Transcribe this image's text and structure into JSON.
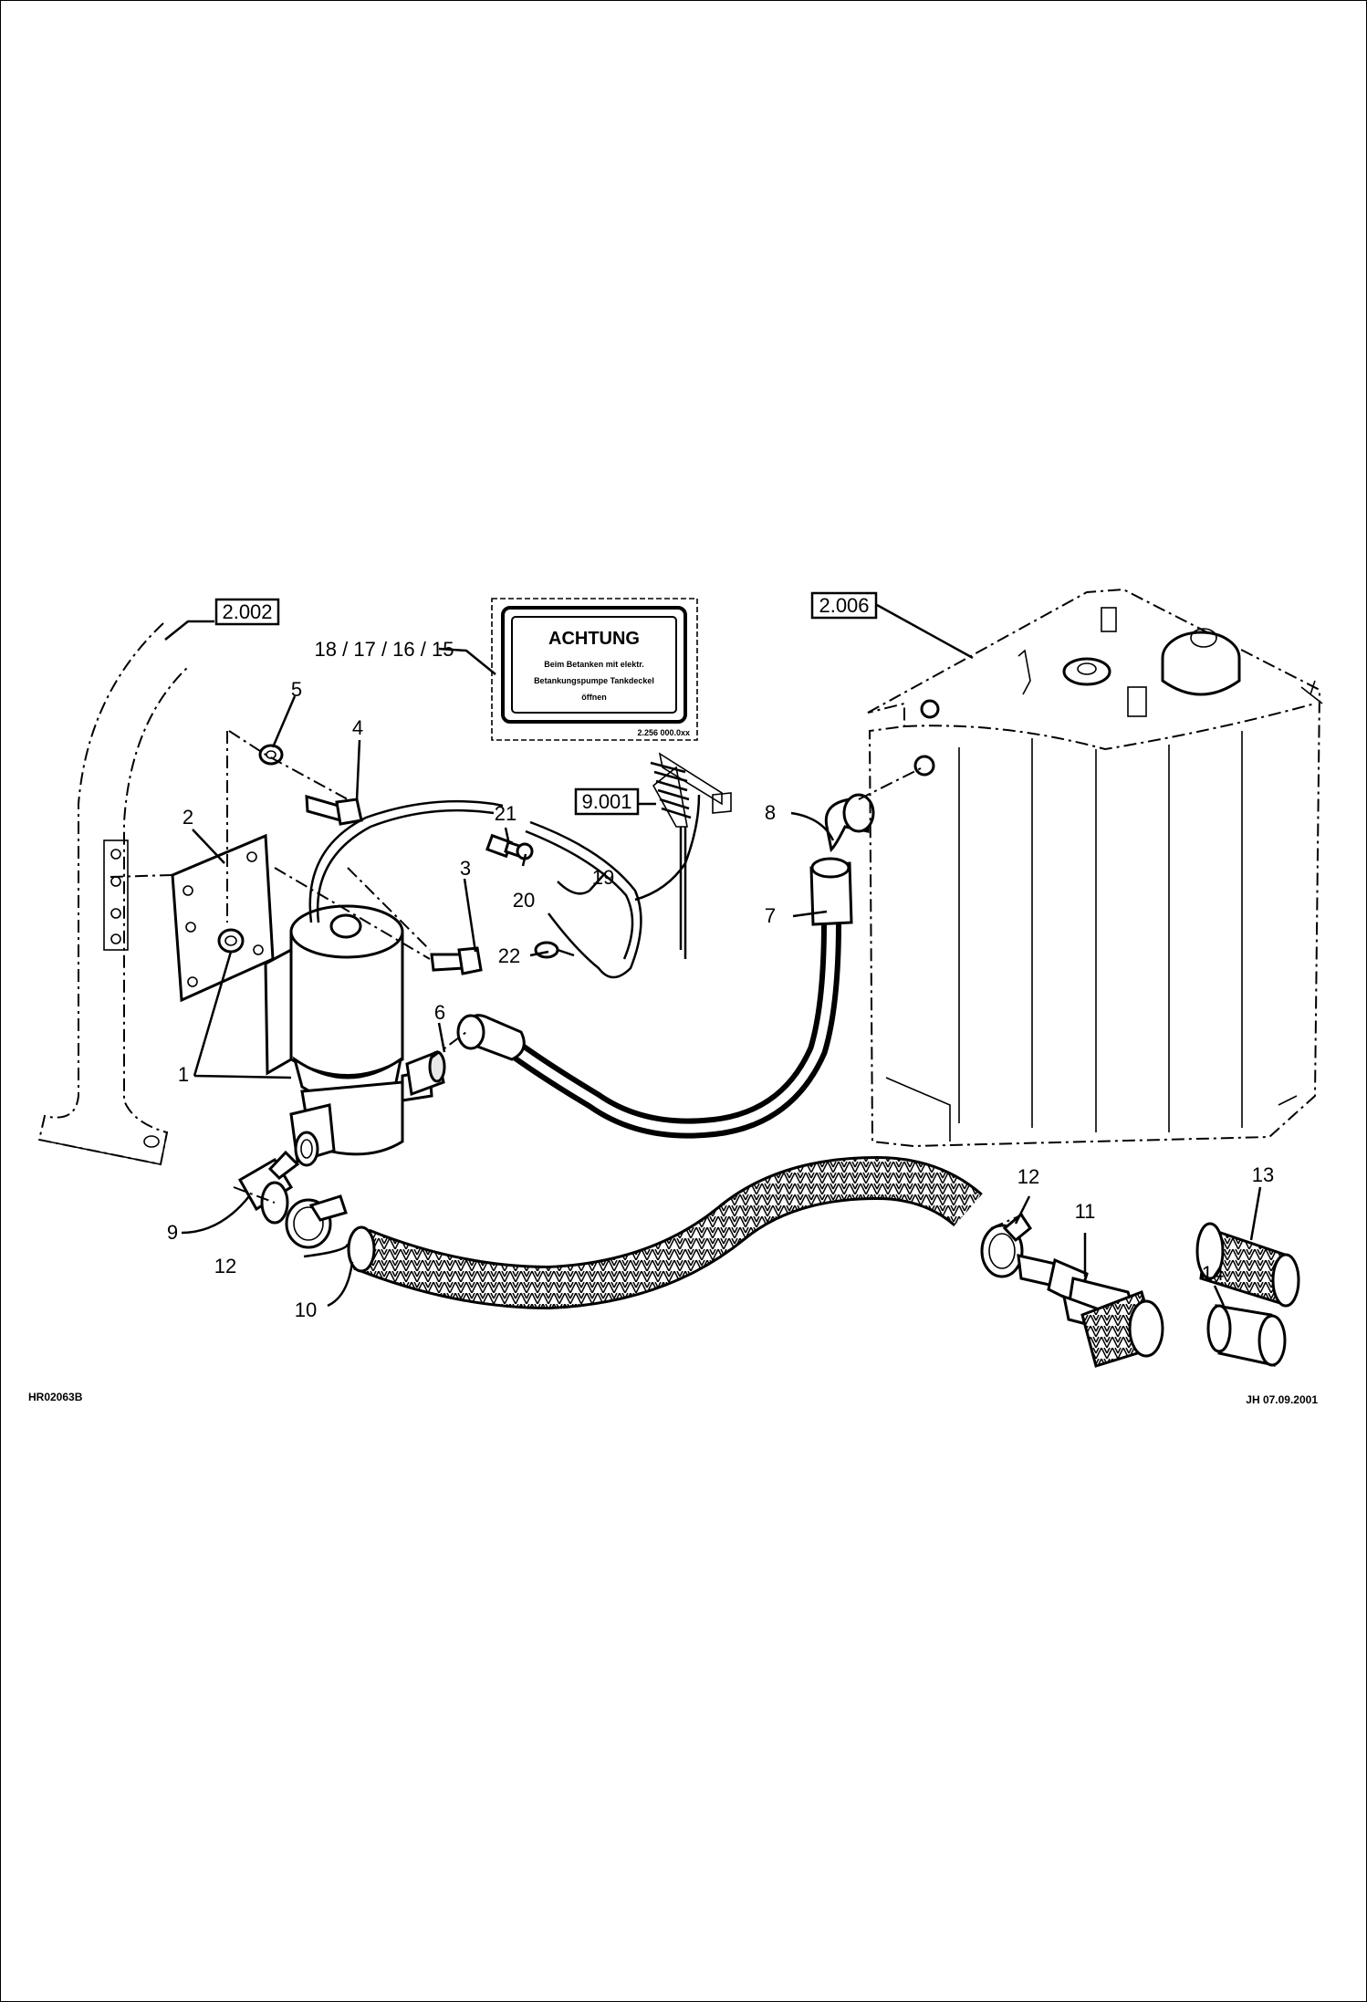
{
  "callouts": {
    "c1": "1",
    "c2": "2",
    "c3": "3",
    "c4": "4",
    "c5": "5",
    "c6": "6",
    "c7": "7",
    "c8": "8",
    "c9": "9",
    "c10": "10",
    "c11": "11",
    "c12a": "12",
    "c12b": "12",
    "c13": "13",
    "c14": "14",
    "c15_18": "18 / 17 / 16 / 15",
    "c19": "19",
    "c20": "20",
    "c21": "21",
    "c22": "22"
  },
  "references": {
    "ref_frame": "2.002",
    "ref_tank": "2.006",
    "ref_wiring": "9.001"
  },
  "warning_sign": {
    "heading": "ACHTUNG",
    "line1": "Beim Betanken mit elektr.",
    "line2": "Betankungspumpe Tankdeckel",
    "line3": "öffnen",
    "part_no": "2.256 000.0xx"
  },
  "footer": {
    "drawing_id": "HR02063B",
    "author_date": "JH 07.09.2001"
  }
}
